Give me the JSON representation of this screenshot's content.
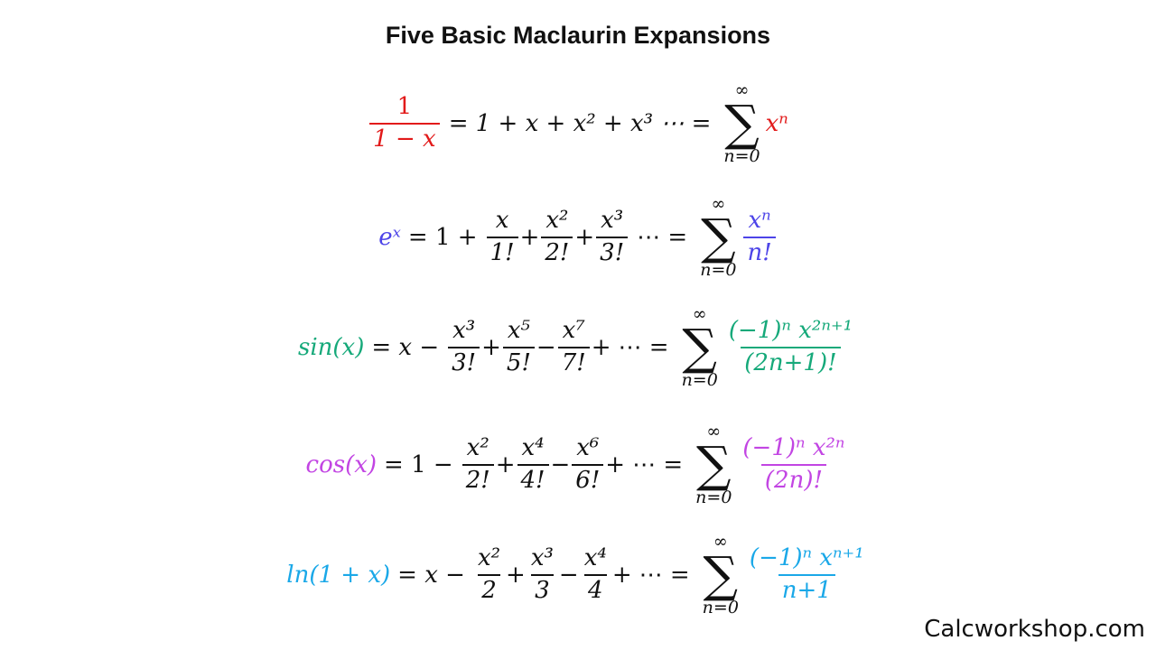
{
  "title": "Five Basic Maclaurin Expansions",
  "colors": {
    "geometric": "#e21a1a",
    "exponential": "#4d44e8",
    "sine": "#16a97a",
    "cosine": "#c245e3",
    "log": "#1aa8e8"
  },
  "sigma": {
    "symbol": "∑",
    "upper": "∞",
    "lower": "n=0"
  },
  "equations": {
    "geometric": {
      "lhs_num": "1",
      "lhs_den": "1 − x",
      "expansion": "= 1 + x + x² + x³ ⋯ =",
      "summand": "xⁿ"
    },
    "exponential": {
      "lhs": "eˣ",
      "expansion_start": "= 1 +",
      "terms": [
        {
          "num": "x",
          "den": "1!",
          "op": "+"
        },
        {
          "num": "x²",
          "den": "2!",
          "op": "+"
        },
        {
          "num": "x³",
          "den": "3!",
          "op": ""
        }
      ],
      "expansion_end": "⋯ =",
      "summand_num": "xⁿ",
      "summand_den": "n!"
    },
    "sine": {
      "lhs": "sin(x)",
      "expansion_start": "= x −",
      "terms": [
        {
          "num": "x³",
          "den": "3!",
          "op": "+"
        },
        {
          "num": "x⁵",
          "den": "5!",
          "op": "−"
        },
        {
          "num": "x⁷",
          "den": "7!",
          "op": "+"
        }
      ],
      "expansion_end": "⋯ =",
      "summand_num": "(−1)ⁿ x²ⁿ⁺¹",
      "summand_den": "(2n+1)!"
    },
    "cosine": {
      "lhs": "cos(x)",
      "expansion_start": "= 1 −",
      "terms": [
        {
          "num": "x²",
          "den": "2!",
          "op": "+"
        },
        {
          "num": "x⁴",
          "den": "4!",
          "op": "−"
        },
        {
          "num": "x⁶",
          "den": "6!",
          "op": "+"
        }
      ],
      "expansion_end": "⋯ =",
      "summand_num": "(−1)ⁿ x²ⁿ",
      "summand_den": "(2n)!"
    },
    "log": {
      "lhs": "ln(1 + x)",
      "expansion_start": "= x −",
      "terms": [
        {
          "num": "x²",
          "den": "2",
          "op": "+"
        },
        {
          "num": "x³",
          "den": "3",
          "op": "−"
        },
        {
          "num": "x⁴",
          "den": "4",
          "op": "+"
        }
      ],
      "expansion_end": "⋯ =",
      "summand_num": "(−1)ⁿ xⁿ⁺¹",
      "summand_den": "n+1"
    }
  },
  "watermark": "Calcworkshop.com"
}
